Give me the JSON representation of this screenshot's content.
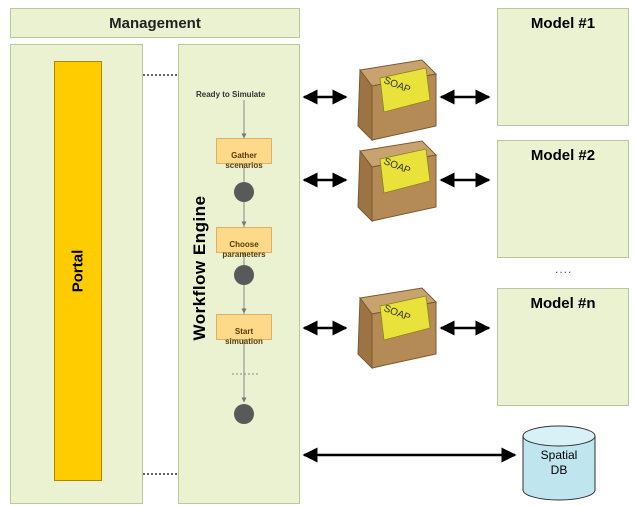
{
  "management": {
    "label": "Management"
  },
  "portal": {
    "label": "Portal"
  },
  "workflow": {
    "title": "Workflow Engine",
    "start_label": "Ready to Simulate",
    "steps": [
      {
        "label": "Gather\nscenarios"
      },
      {
        "label": "Choose\nparameters"
      },
      {
        "label": "Start\nsimuation"
      }
    ]
  },
  "soap": {
    "label": "SOAP"
  },
  "models": [
    {
      "title": "Model #1"
    },
    {
      "title": "Model #2"
    },
    {
      "title": "Model #n"
    }
  ],
  "database": {
    "label_line1": "Spatial",
    "label_line2": "DB"
  },
  "colors": {
    "panel_bg": "#eaf2d2",
    "portal_yellow": "#ffcc00",
    "step_orange": "#ffd98a",
    "box_brown": "#b08a5a",
    "db_blue": "#bfe6ef"
  }
}
